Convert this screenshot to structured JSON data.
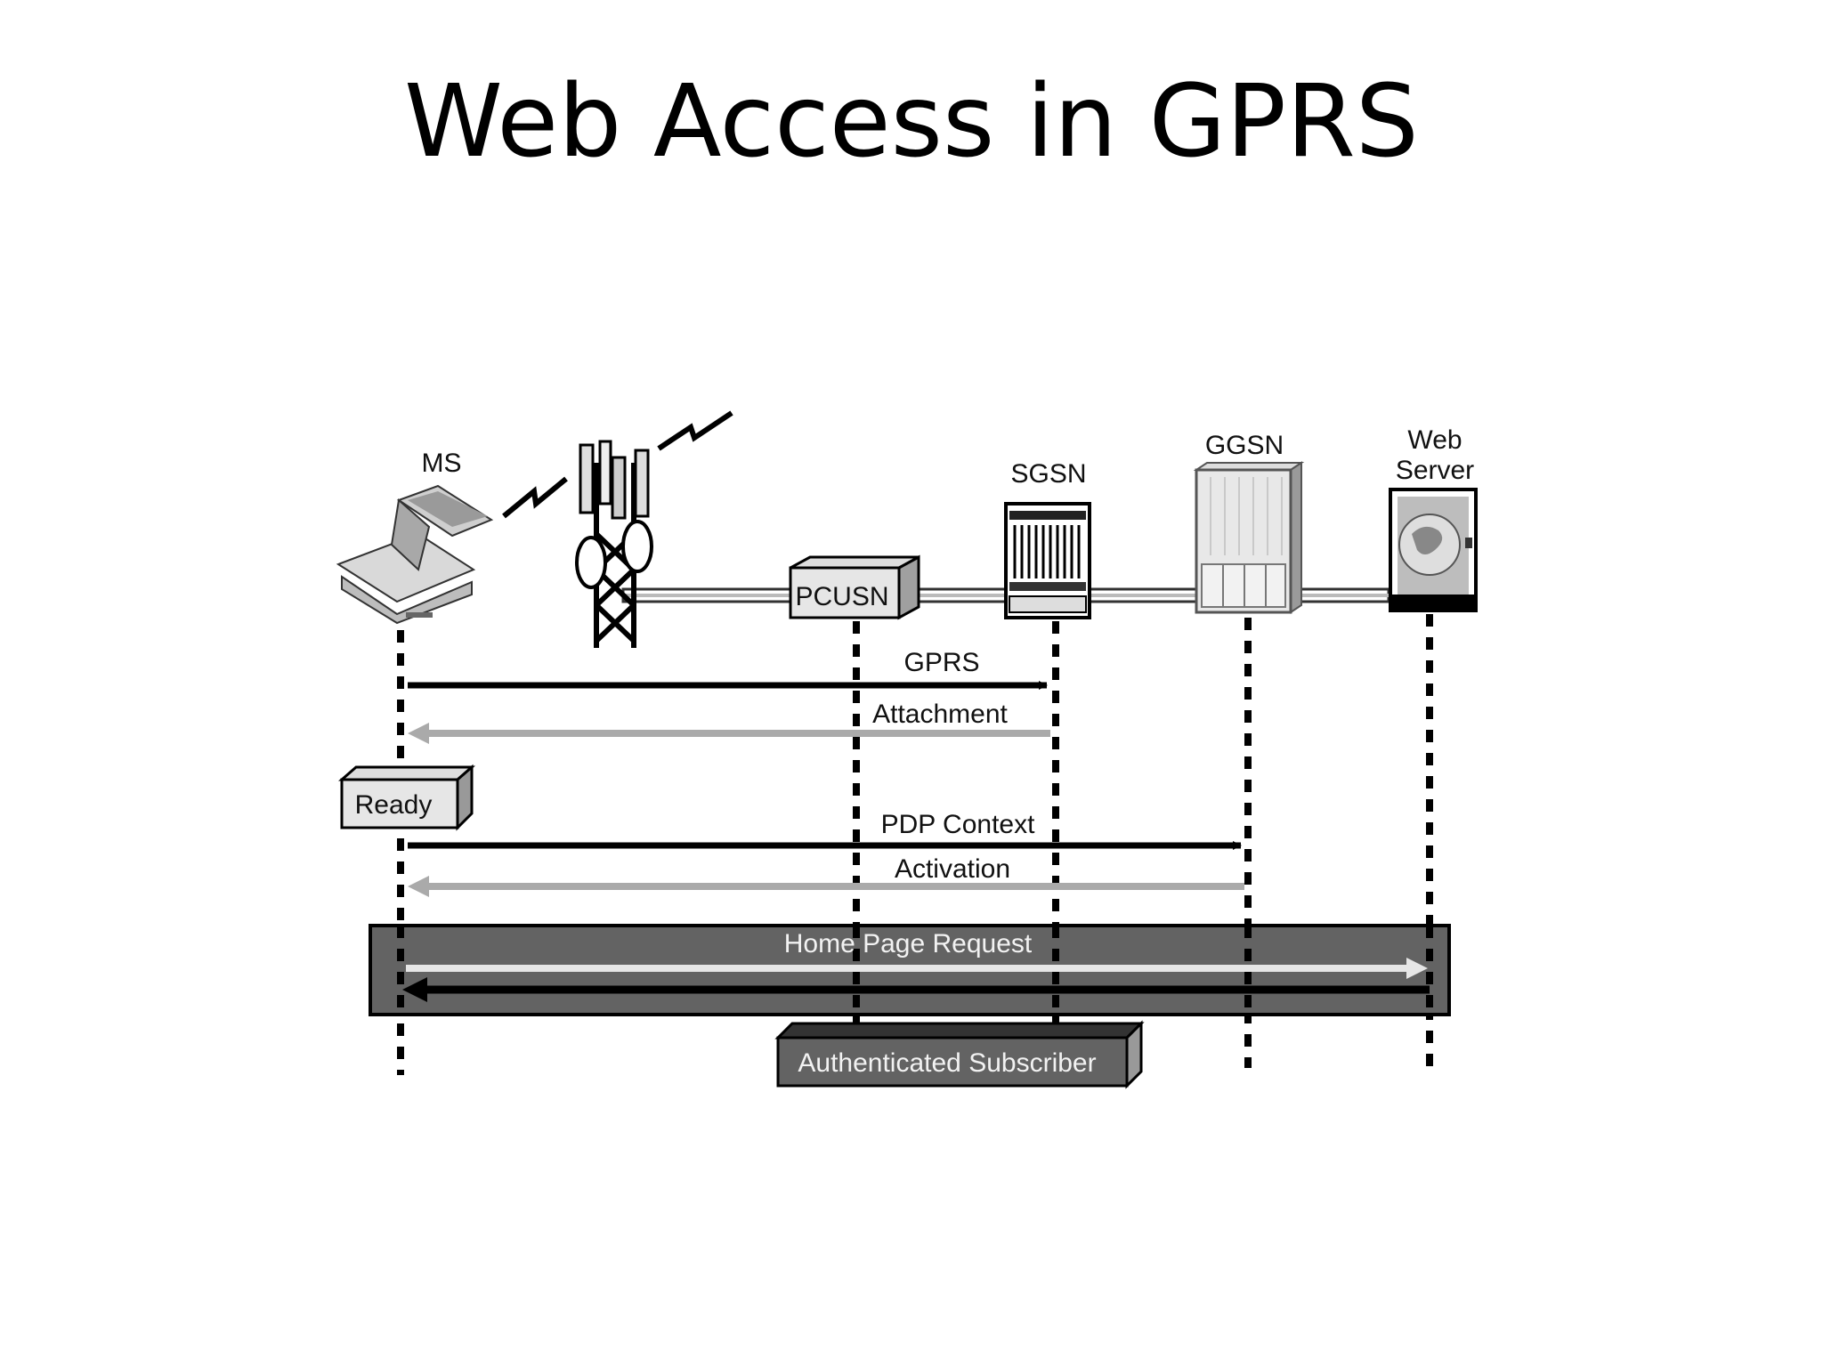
{
  "slide": {
    "title": "Web Access in GPRS"
  },
  "nodes": {
    "ms": "MS",
    "sgsn": "SGSN",
    "ggsn": "GGSN",
    "web_server_line1": "Web",
    "web_server_line2": "Server",
    "pcusn": "PCUSN"
  },
  "messages": {
    "gprs": "GPRS",
    "attachment": "Attachment",
    "pdp_context": "PDP Context",
    "activation": "Activation",
    "home_page_request": "Home Page Request"
  },
  "states": {
    "ready": "Ready",
    "authenticated_subscriber": "Authenticated Subscriber"
  },
  "colors": {
    "request_arrow": "#000000",
    "response_arrow": "#aaaaaa",
    "http_band": "#636363",
    "http_request_arrow": "#e6e6e6",
    "http_response_arrow": "#000000"
  },
  "icons": {
    "ms": "laptop-icon",
    "bts": "cell-tower-icon",
    "sgsn": "sgsn-rack-icon",
    "ggsn": "ggsn-rack-icon",
    "web_server": "globe-server-icon"
  }
}
